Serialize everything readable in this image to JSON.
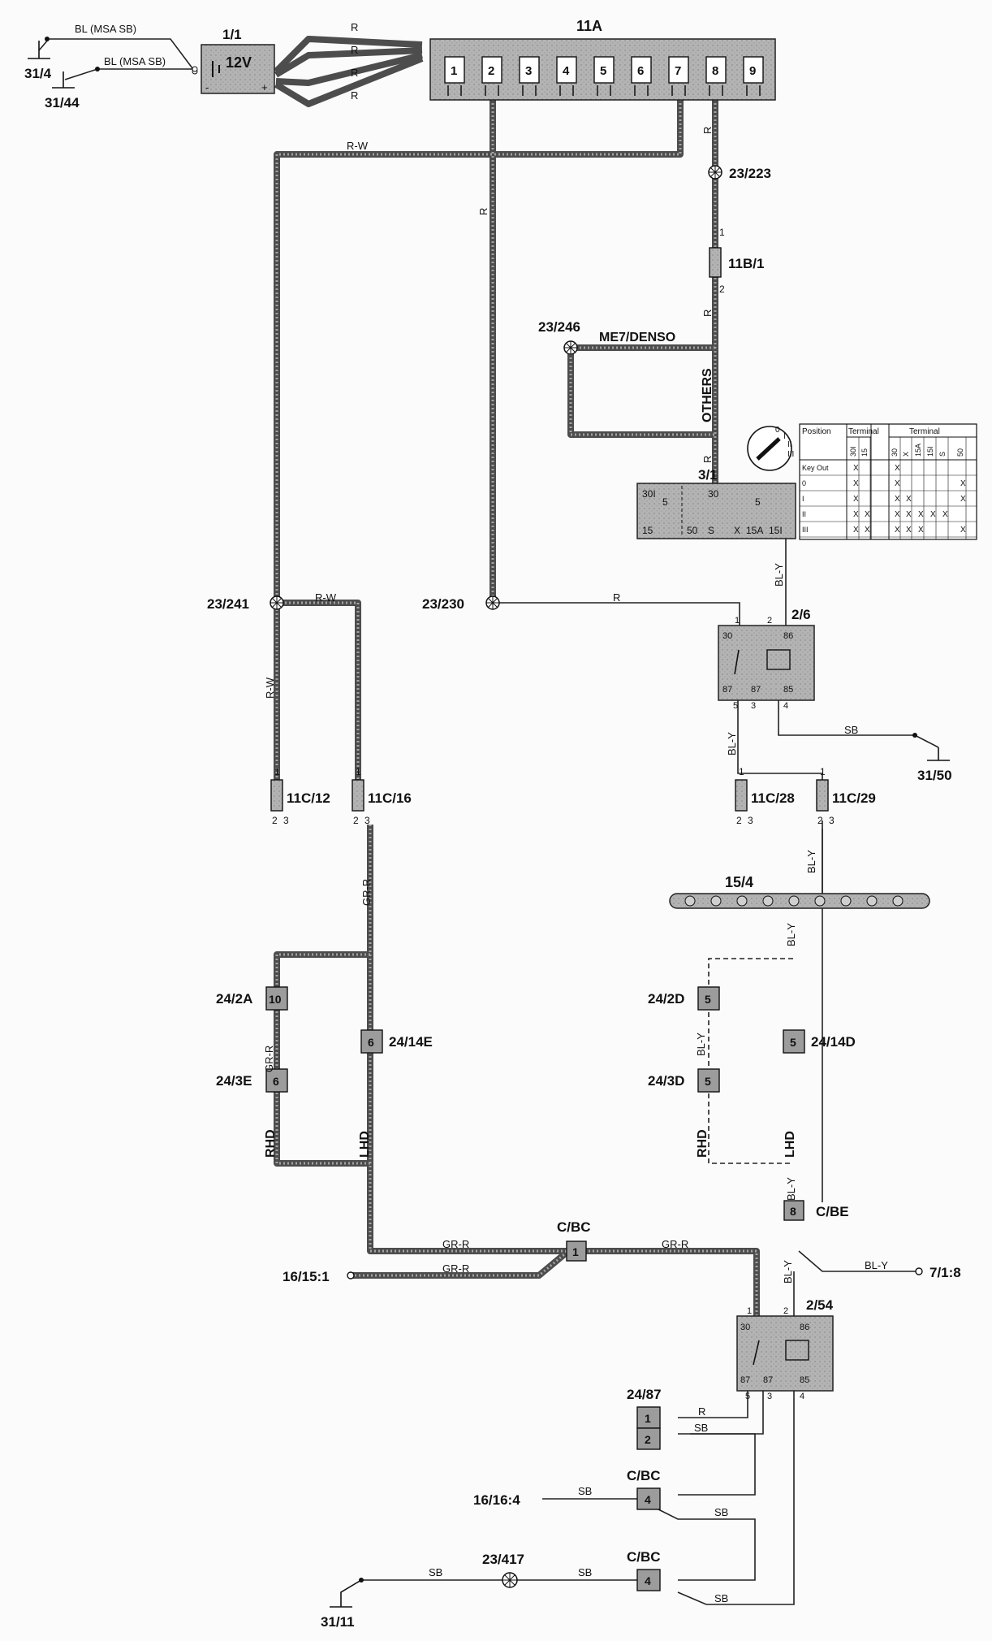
{
  "battery": {
    "id": "1/1",
    "voltage": "12V",
    "neg": "-",
    "pos": "+"
  },
  "grounds": [
    {
      "id": "31/4",
      "wire": "BL (MSA SB)"
    },
    {
      "id": "31/44",
      "wire": "BL (MSA SB)"
    },
    {
      "id": "31/50"
    },
    {
      "id": "31/11"
    }
  ],
  "fusebox": {
    "id": "11A",
    "slots": [
      "1",
      "2",
      "3",
      "4",
      "5",
      "6",
      "7",
      "8",
      "9"
    ]
  },
  "wire_colors": {
    "R": "R",
    "RW": "R-W",
    "BLY": "BL-Y",
    "SB": "SB",
    "GRR": "GR-R"
  },
  "splices": [
    "23/223",
    "23/246",
    "23/241",
    "23/230",
    "23/417"
  ],
  "fuse": {
    "id": "11B/1",
    "pin1": "1",
    "pin2": "2"
  },
  "engine_variants": {
    "a": "ME7/DENSO",
    "b": "OTHERS"
  },
  "ignition_switch": {
    "id": "3/1",
    "terminals_top": [
      "30I",
      "5",
      "30",
      "5"
    ],
    "terminals_bottom": [
      "15",
      "50",
      "S",
      "X",
      "15A",
      "15I"
    ]
  },
  "ignition_table": {
    "head_position": "Position",
    "head_terminal": "Terminal",
    "key_symbols": [
      "0",
      "I",
      "II",
      "III"
    ],
    "cols_left": [
      "30I",
      "15"
    ],
    "cols_right": [
      "30",
      "X",
      "15A",
      "15I",
      "S",
      "50"
    ],
    "rows": [
      {
        "label": "Key Out",
        "left": [
          "X",
          ""
        ],
        "right": [
          "X",
          "",
          "",
          "",
          "",
          ""
        ]
      },
      {
        "label": "0",
        "left": [
          "X",
          ""
        ],
        "right": [
          "X",
          "",
          "",
          "",
          "",
          "X"
        ]
      },
      {
        "label": "I",
        "left": [
          "X",
          ""
        ],
        "right": [
          "X",
          "X",
          "",
          "",
          "",
          "X"
        ]
      },
      {
        "label": "II",
        "left": [
          "X",
          "X"
        ],
        "right": [
          "X",
          "X",
          "X",
          "X",
          "X",
          ""
        ]
      },
      {
        "label": "III",
        "left": [
          "X",
          "X"
        ],
        "right": [
          "X",
          "X",
          "X",
          "",
          "",
          "X"
        ]
      }
    ]
  },
  "relays": [
    {
      "id": "2/6",
      "pins": [
        "1",
        "2",
        "30",
        "86",
        "87",
        "87",
        "85",
        "5",
        "3",
        "4"
      ]
    },
    {
      "id": "2/54",
      "pins": [
        "1",
        "2",
        "30",
        "86",
        "87",
        "87",
        "85",
        "5",
        "3",
        "4"
      ]
    }
  ],
  "connectors_11C": [
    {
      "id": "11C/12",
      "p1": "1",
      "p2": "2",
      "p3": "3"
    },
    {
      "id": "11C/16",
      "p1": "1",
      "p2": "2",
      "p3": "3"
    },
    {
      "id": "11C/28",
      "p1": "1",
      "p2": "2",
      "p3": "3"
    },
    {
      "id": "11C/29",
      "p1": "1",
      "p2": "2",
      "p3": "3"
    }
  ],
  "busbar": {
    "id": "15/4"
  },
  "connectors_24": [
    {
      "id": "24/2A",
      "pin": "10"
    },
    {
      "id": "24/3E",
      "pin": "6"
    },
    {
      "id": "24/14E",
      "pin": "6"
    },
    {
      "id": "24/2D",
      "pin": "5"
    },
    {
      "id": "24/3D",
      "pin": "5"
    },
    {
      "id": "24/14D",
      "pin": "5"
    }
  ],
  "drive_side": {
    "rhd": "RHD",
    "lhd": "LHD"
  },
  "connectors_C": [
    {
      "id": "C/BC",
      "pin": "1"
    },
    {
      "id": "C/BE",
      "pin": "8"
    },
    {
      "id": "C/BC",
      "pin": "4"
    },
    {
      "id": "C/BC",
      "pin": "4"
    }
  ],
  "external_refs": [
    "16/15:1",
    "7/1:8",
    "16/16:4"
  ],
  "component_24_87": {
    "id": "24/87",
    "pins": [
      "1",
      "2"
    ]
  }
}
